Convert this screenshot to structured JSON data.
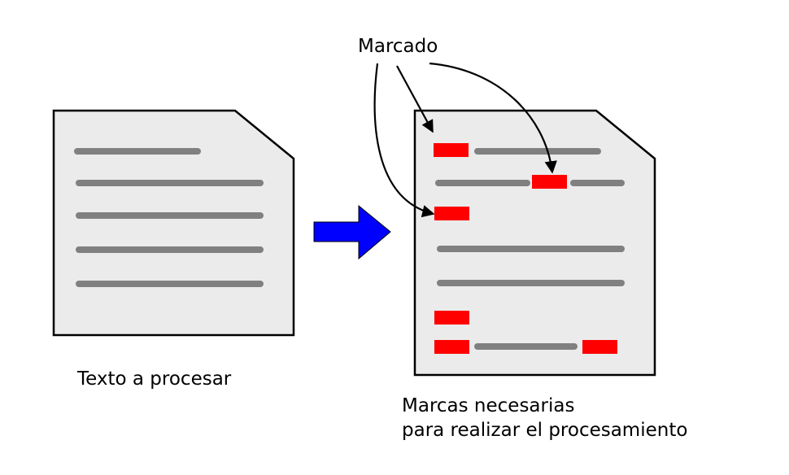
{
  "labels": {
    "markup": "Marcado",
    "source_text": "Texto a procesar",
    "result_line1": "Marcas necesarias",
    "result_line2": "para realizar el procesamiento"
  },
  "colors": {
    "page_fill": "#ebebeb",
    "page_stroke": "#000000",
    "text_line": "#808080",
    "mark": "#ff0000",
    "arrow": "#0000ff"
  }
}
